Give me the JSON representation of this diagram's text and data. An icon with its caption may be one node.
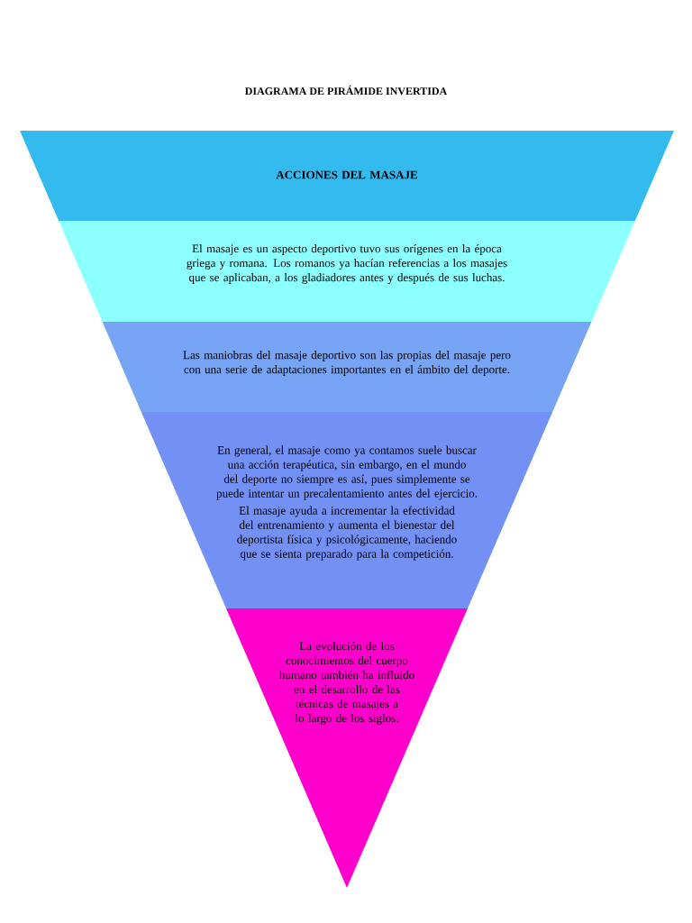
{
  "diagram": {
    "title": "DIAGRAMA DE PIRÁMIDE INVERTIDA",
    "nodes": [
      {
        "text": [
          "ACCIONES DEL MASAJE"
        ]
      },
      {
        "text": [
          "El masaje es un aspecto deportivo tuvo sus orígenes en la época griega y romana. Los romanos ya hacían referencias a los masajes que se aplicaban, a los gladiadores antes y después de sus luchas."
        ]
      },
      {
        "text": [
          "Las maniobras del masaje deportivo son las propias del masaje pero con una serie de adaptaciones importantes en el ámbito del deporte."
        ]
      },
      {
        "text": [
          "En general, el masaje como ya contamos suele buscar una acción terapéutica, sin embargo, en el mundo del deporte no siempre es así, pues simplemente se puede intentar un precalentamiento antes del ejercicio.",
          "El masaje ayuda a incrementar la efectividad del entrenamiento y aumenta el bienestar del deportista física y psicológicamente, haciendo que se sienta preparado para la competición."
        ]
      },
      {
        "text": [
          "La evolución de los conocimientos del cuerpo humano también ha influido en el desarrollo de las técnicas de masajes a lo largo de los siglos."
        ]
      }
    ]
  }
}
